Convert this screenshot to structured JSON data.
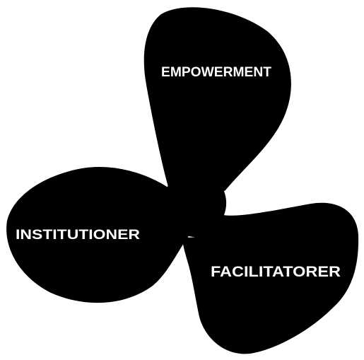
{
  "diagram": {
    "fill_color": "#000000",
    "label_color": "#ffffff",
    "background_color": "#ffffff",
    "blades": [
      {
        "id": "top",
        "label": "EMPOWERMENT"
      },
      {
        "id": "left",
        "label": "INSTITUTIONER"
      },
      {
        "id": "right",
        "label": "FACILITATORER"
      }
    ]
  }
}
